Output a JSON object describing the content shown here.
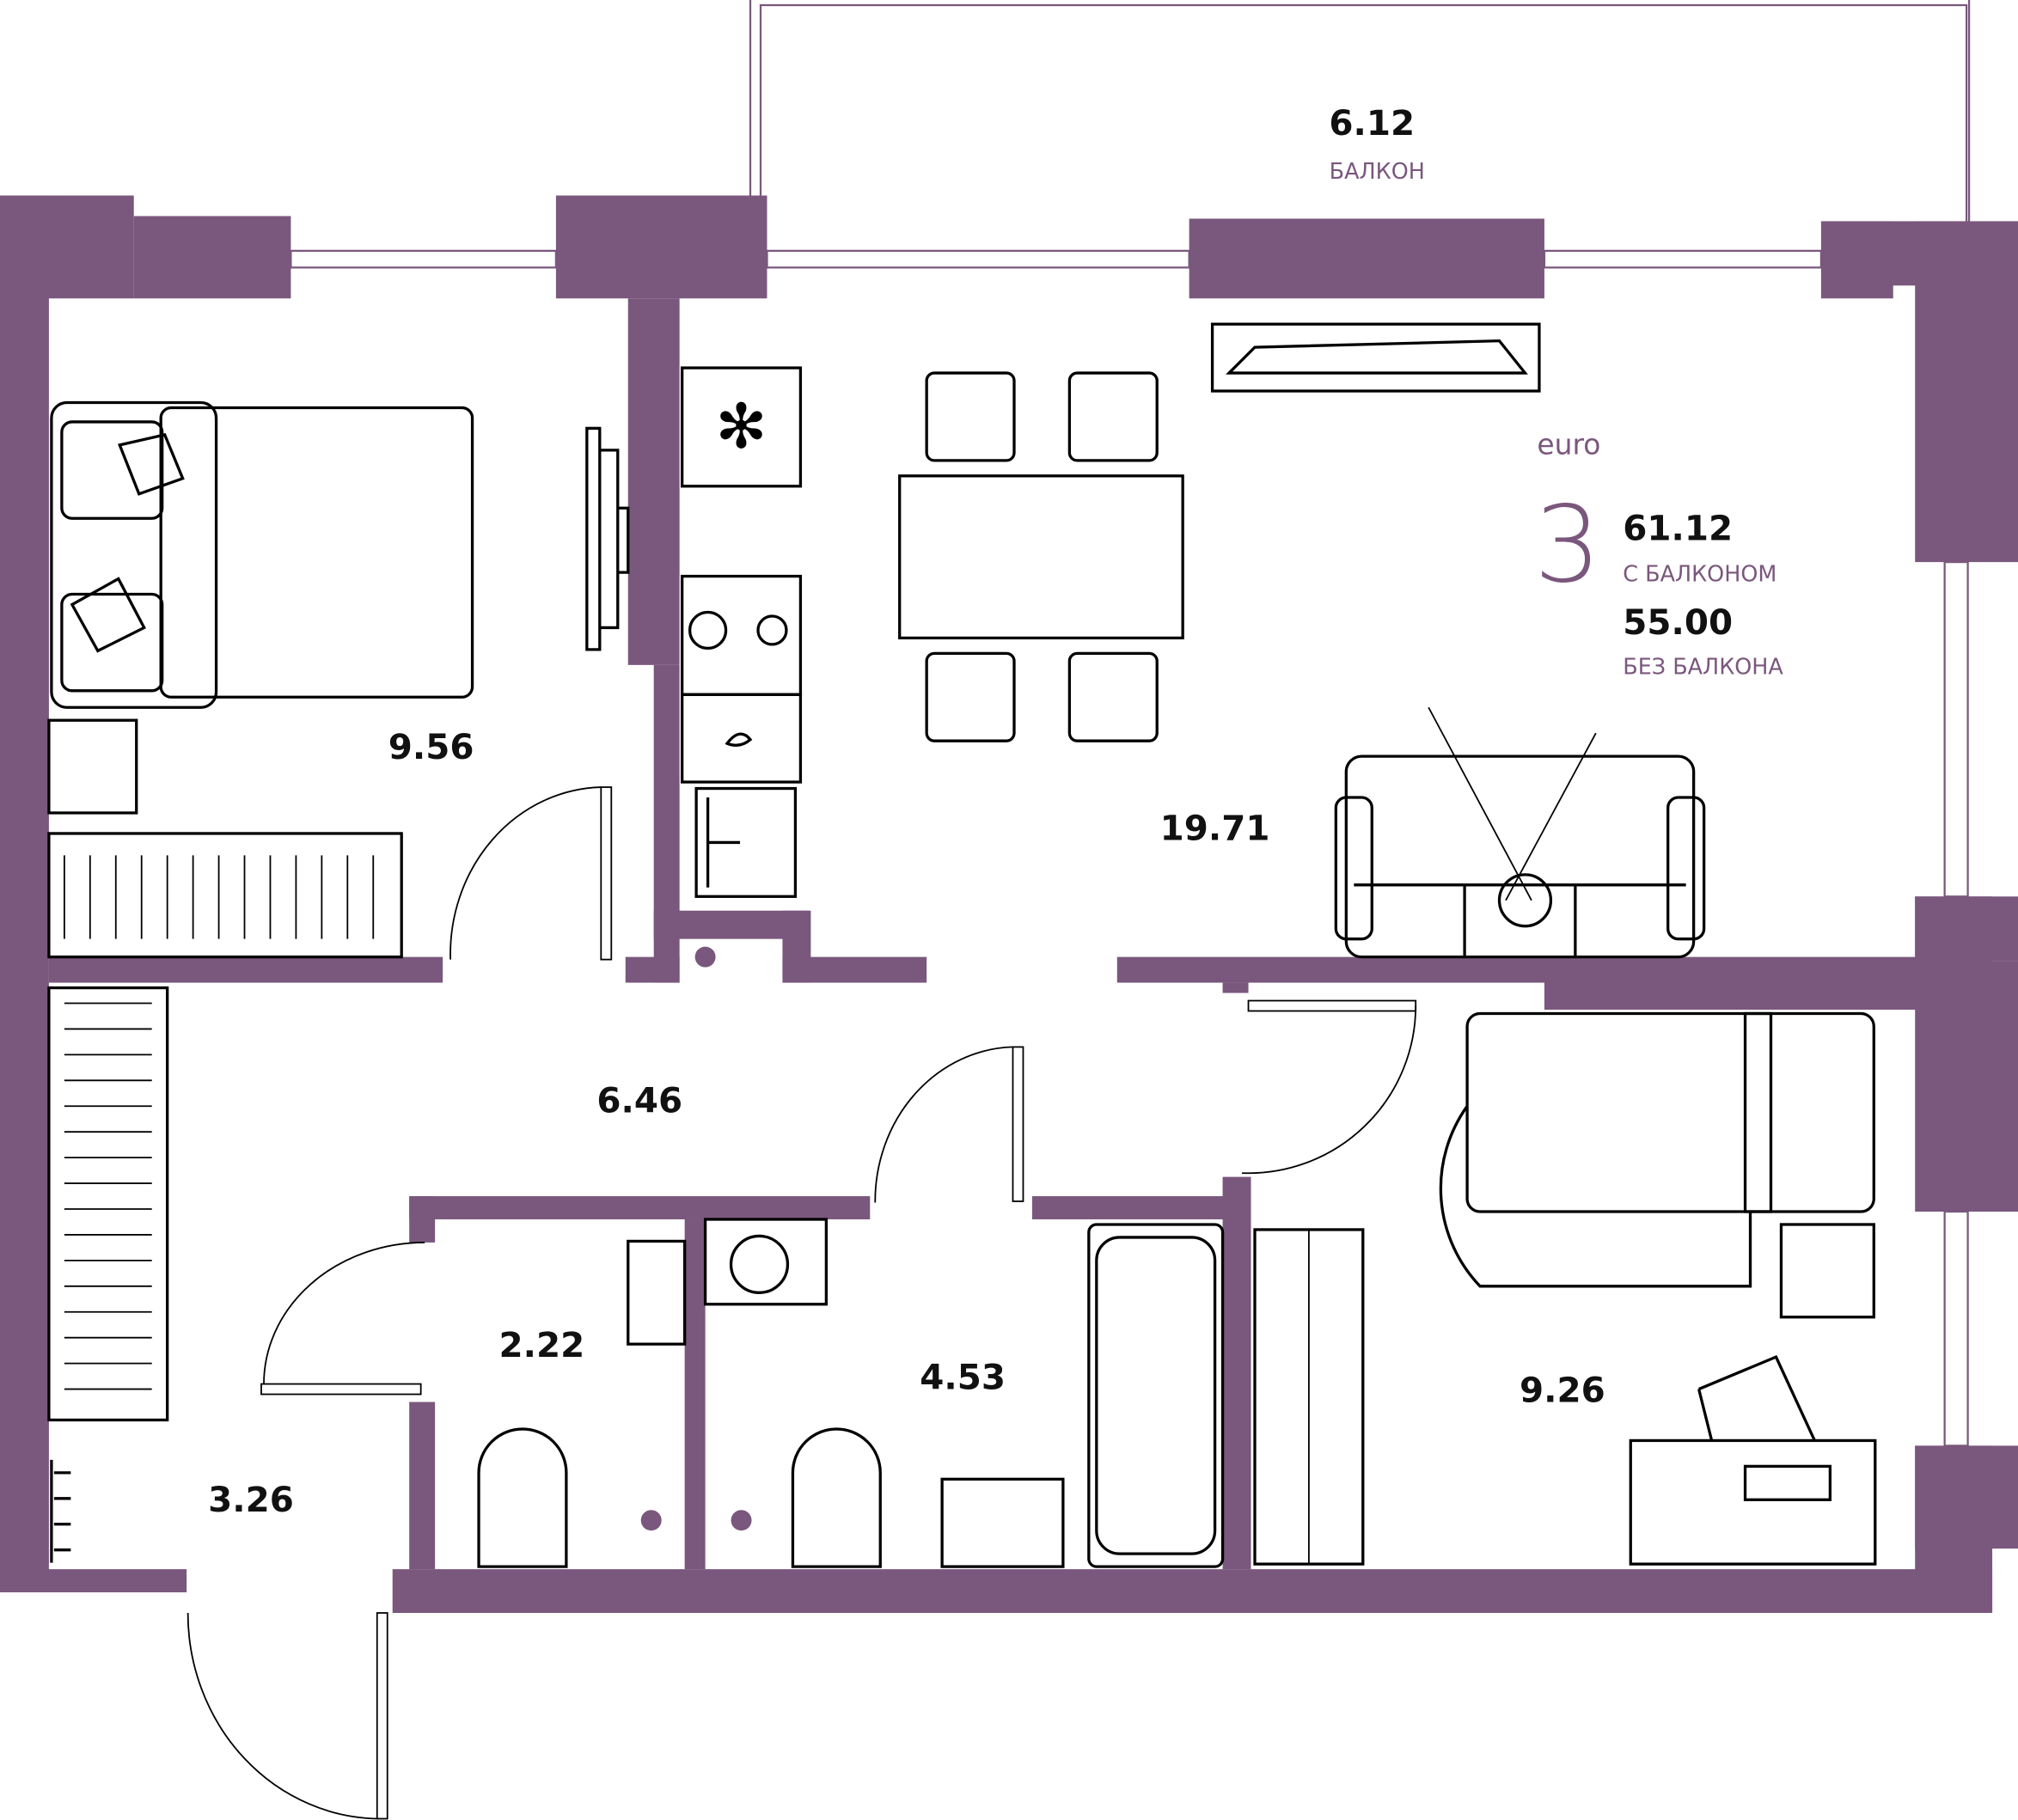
{
  "plan": {
    "type_label": "euro",
    "rooms_count": "3",
    "total_with_balcony": "61.12",
    "with_balcony_label": "С БАЛКОНОМ",
    "total_without_balcony": "55.00",
    "without_balcony_label": "БЕЗ БАЛКОНА"
  },
  "balcony": {
    "area": "6.12",
    "label": "БАЛКОН"
  },
  "rooms": [
    {
      "id": "bedroom-1",
      "area": "9.56"
    },
    {
      "id": "living-kitchen",
      "area": "19.71"
    },
    {
      "id": "hallway",
      "area": "6.46"
    },
    {
      "id": "entrance",
      "area": "3.26"
    },
    {
      "id": "toilet",
      "area": "2.22"
    },
    {
      "id": "bathroom",
      "area": "4.53"
    },
    {
      "id": "bedroom-2",
      "area": "9.26"
    }
  ],
  "colors": {
    "wall": "#7a577d",
    "accent_text": "#7a577d",
    "area_text": "#111111",
    "background": "#ffffff"
  }
}
